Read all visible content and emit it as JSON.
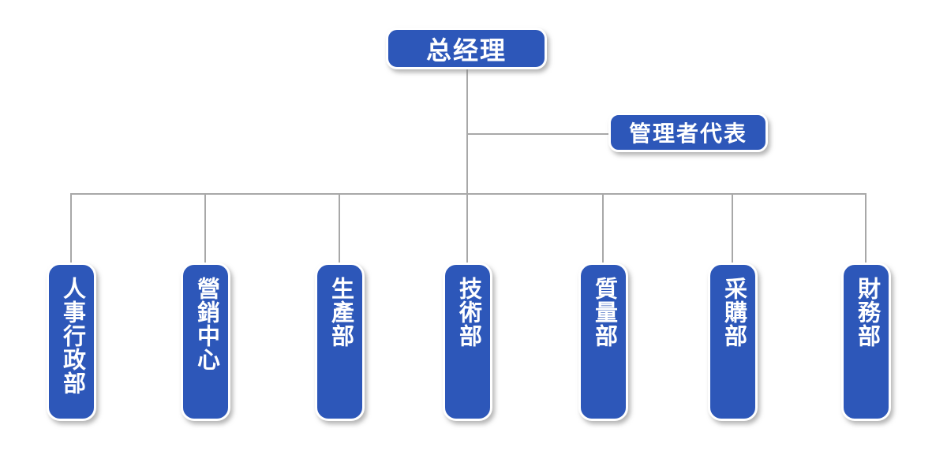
{
  "chart_data": {
    "type": "org-chart",
    "title": "",
    "root": {
      "label": "总经理"
    },
    "staff_node": {
      "label": "管理者代表"
    },
    "departments": [
      {
        "label": "人事行政部"
      },
      {
        "label": "營銷中心"
      },
      {
        "label": "生產部"
      },
      {
        "label": "技術部"
      },
      {
        "label": "質量部"
      },
      {
        "label": "采購部"
      },
      {
        "label": "財務部"
      }
    ],
    "colors": {
      "box": "#2d57b9",
      "line": "#a8a8a8",
      "text": "#ffffff"
    }
  }
}
